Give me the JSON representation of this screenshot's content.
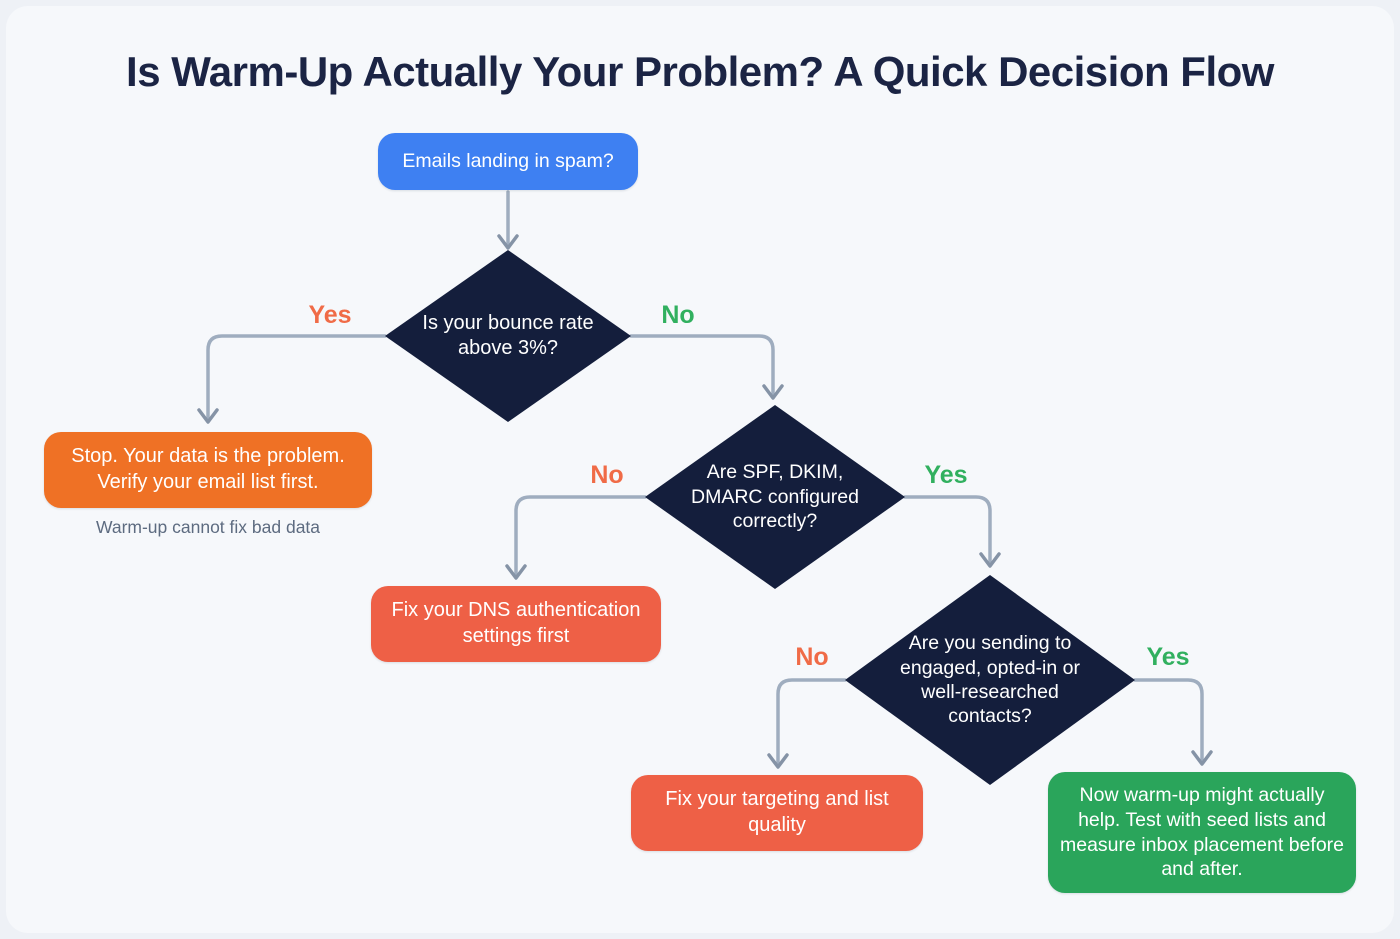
{
  "title": "Is Warm-Up Actually Your Problem? A Quick Decision Flow",
  "colors": {
    "title": "#1b2444",
    "navy": "#141e3c",
    "blue": "#3e80f2",
    "orange": "#ef7125",
    "coral": "#ee6046",
    "green": "#2aa55b",
    "label-orange": "#f06b47",
    "label-green": "#31b05f",
    "line": "#9fadbf",
    "arrowhead": "#8593a6",
    "caption": "#5d6b80"
  },
  "flow": {
    "start": {
      "label": "Emails landing in spam?"
    },
    "decisions": [
      {
        "question": "Is your bounce rate above 3%?",
        "yes_label": "Yes",
        "no_label": "No"
      },
      {
        "question": "Are SPF, DKIM, DMARC configured correctly?",
        "yes_label": "Yes",
        "no_label": "No"
      },
      {
        "question": "Are you sending to engaged, opted-in or well-researched contacts?",
        "yes_label": "Yes",
        "no_label": "No"
      }
    ],
    "outcomes": [
      {
        "text": "Stop. Your data is the problem. Verify your email list first.",
        "note": "Warm-up cannot fix bad data",
        "type": "warning"
      },
      {
        "text": "Fix your DNS authentication settings first",
        "type": "fix"
      },
      {
        "text": "Fix your targeting and list quality",
        "type": "fix"
      },
      {
        "text": "Now warm-up might actually help. Test with seed lists and measure inbox placement before and after.",
        "type": "success"
      }
    ]
  }
}
